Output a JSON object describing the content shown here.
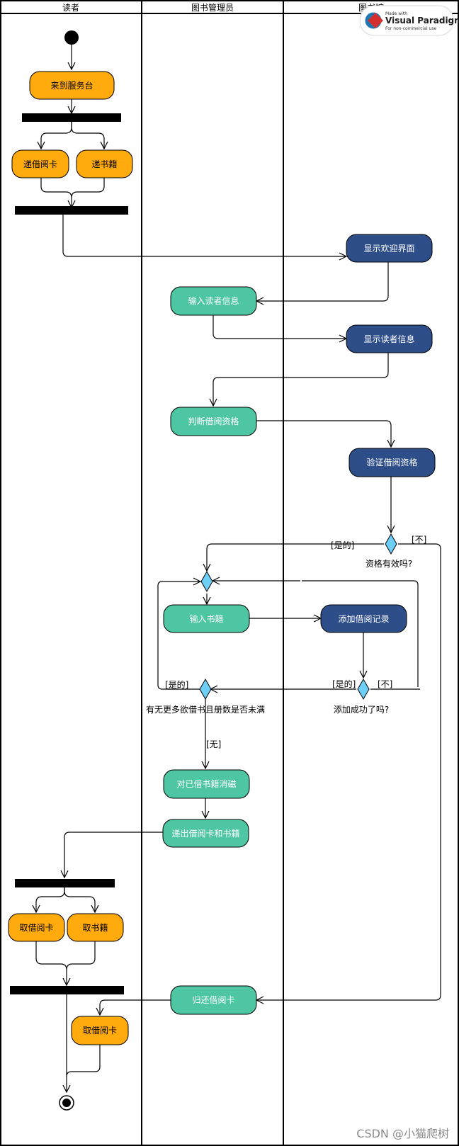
{
  "lanes": [
    "读者",
    "图书管理员",
    "图书馆"
  ],
  "actions": {
    "arrive_desk": "来到服务台",
    "hand_card": "递借阅卡",
    "hand_books": "递书籍",
    "show_welcome": "显示欢迎界面",
    "input_reader": "输入读者信息",
    "show_reader": "显示读者信息",
    "judge_qual": "判断借阅资格",
    "verify_qual": "验证借阅资格",
    "input_books": "输入书籍",
    "add_record": "添加借阅记录",
    "demagnetize": "对已借书籍消磁",
    "return_items": "递出借阅卡和书籍",
    "take_card": "取借阅卡",
    "take_books": "取书籍",
    "return_card": "归还借阅卡",
    "take_card_2": "取借阅卡"
  },
  "decisions": {
    "qual_valid": "资格有效吗?",
    "add_ok": "添加成功了吗?",
    "more_books": "有无更多欲借书且册数是否未满"
  },
  "guards": {
    "qual_yes": "[是的]",
    "qual_no": "[不]",
    "add_yes": "[是的]",
    "add_no": "[不]",
    "more_yes": "[是的]",
    "more_none": "[无]"
  },
  "watermark": {
    "made_with": "Made with",
    "brand": "Visual Paradigm",
    "note": "For non-commercial use"
  },
  "footer": "CSDN @小猫爬树",
  "colors": {
    "reader": "#FFAA0D",
    "librarian": "#4FC6A3",
    "library": "#2E4E89",
    "decision": "#6ECFF6"
  }
}
